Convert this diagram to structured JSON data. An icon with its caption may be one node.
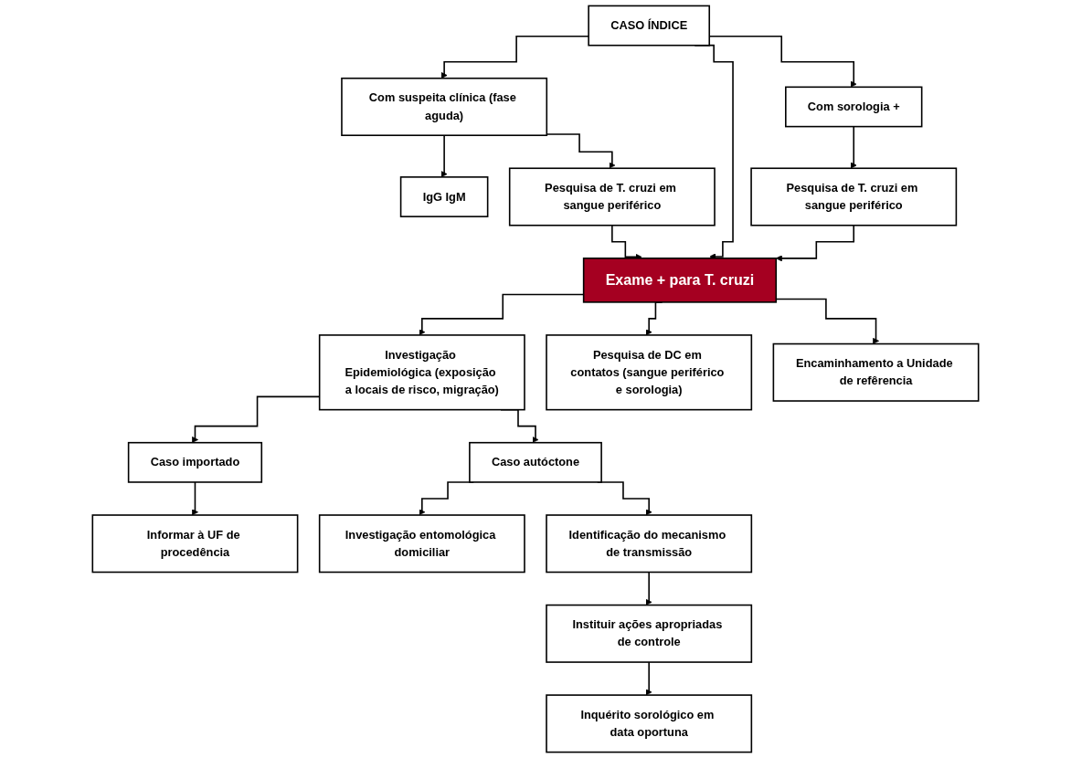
{
  "diagram": {
    "nodes": [
      {
        "text": [
          "CASO ÍNDICE"
        ]
      },
      {
        "text": [
          "Com suspeita clínica (fase aguda)"
        ]
      },
      {
        "text": [
          "Com sorologia +"
        ]
      },
      {
        "text": [
          "IgG IgM"
        ]
      },
      {
        "text": [
          "Pesquisa de T. cruzi em sangue periférico"
        ]
      },
      {
        "text": [
          "Exame + para T. cruzi"
        ]
      },
      {
        "text": [
          "Pesquisa de T. cruzi em sangue periférico"
        ]
      },
      {
        "text": [
          "Investigação Epidemiológica (exposição a locais de risco, migração)"
        ]
      },
      {
        "text": [
          "Pesquisa de DC em contatos (sangue periférico e sorologia)"
        ]
      },
      {
        "text": [
          "Encaminhamento a Unidade de refêrencia"
        ]
      },
      {
        "text": [
          "Caso importado"
        ]
      },
      {
        "text": [
          "Caso autóctone"
        ]
      },
      {
        "text": [
          "Investigação entomológica domiciliar"
        ]
      },
      {
        "text": [
          "Informar à UF de procedência"
        ]
      },
      {
        "text": [
          "Identificação do mecanismo de transmissão"
        ]
      },
      {
        "text": [
          "Instituir ações apropriadas de controle"
        ]
      },
      {
        "text": [
          "Inquérito sorológico em data oportuna"
        ]
      }
    ],
    "edges": [
      {
        "from": 0,
        "to": 1,
        "arrow": "to"
      },
      {
        "from": 0,
        "to": 5,
        "arrow": "to"
      },
      {
        "from": 0,
        "to": 2,
        "arrow": "to"
      },
      {
        "from": 1,
        "to": 3,
        "arrow": "to"
      },
      {
        "from": 1,
        "to": 4,
        "arrow": "to"
      },
      {
        "from": 2,
        "to": 6,
        "arrow": "to"
      },
      {
        "from": 4,
        "to": 5,
        "arrow": "to"
      },
      {
        "from": 6,
        "to": 5,
        "arrow": "to"
      },
      {
        "from": 5,
        "to": 7,
        "arrow": "to"
      },
      {
        "from": 5,
        "to": 8,
        "arrow": "to"
      },
      {
        "from": 5,
        "to": 9,
        "arrow": "to"
      },
      {
        "from": 7,
        "to": 10,
        "arrow": "to"
      },
      {
        "from": 7,
        "to": 11,
        "arrow": "to"
      },
      {
        "from": 10,
        "to": 13,
        "arrow": "to"
      },
      {
        "from": 11,
        "to": 12,
        "arrow": "to"
      },
      {
        "from": 11,
        "to": 14,
        "arrow": "to"
      },
      {
        "from": 14,
        "to": 15,
        "arrow": "to"
      },
      {
        "from": 15,
        "to": 16,
        "arrow": "to"
      }
    ]
  }
}
